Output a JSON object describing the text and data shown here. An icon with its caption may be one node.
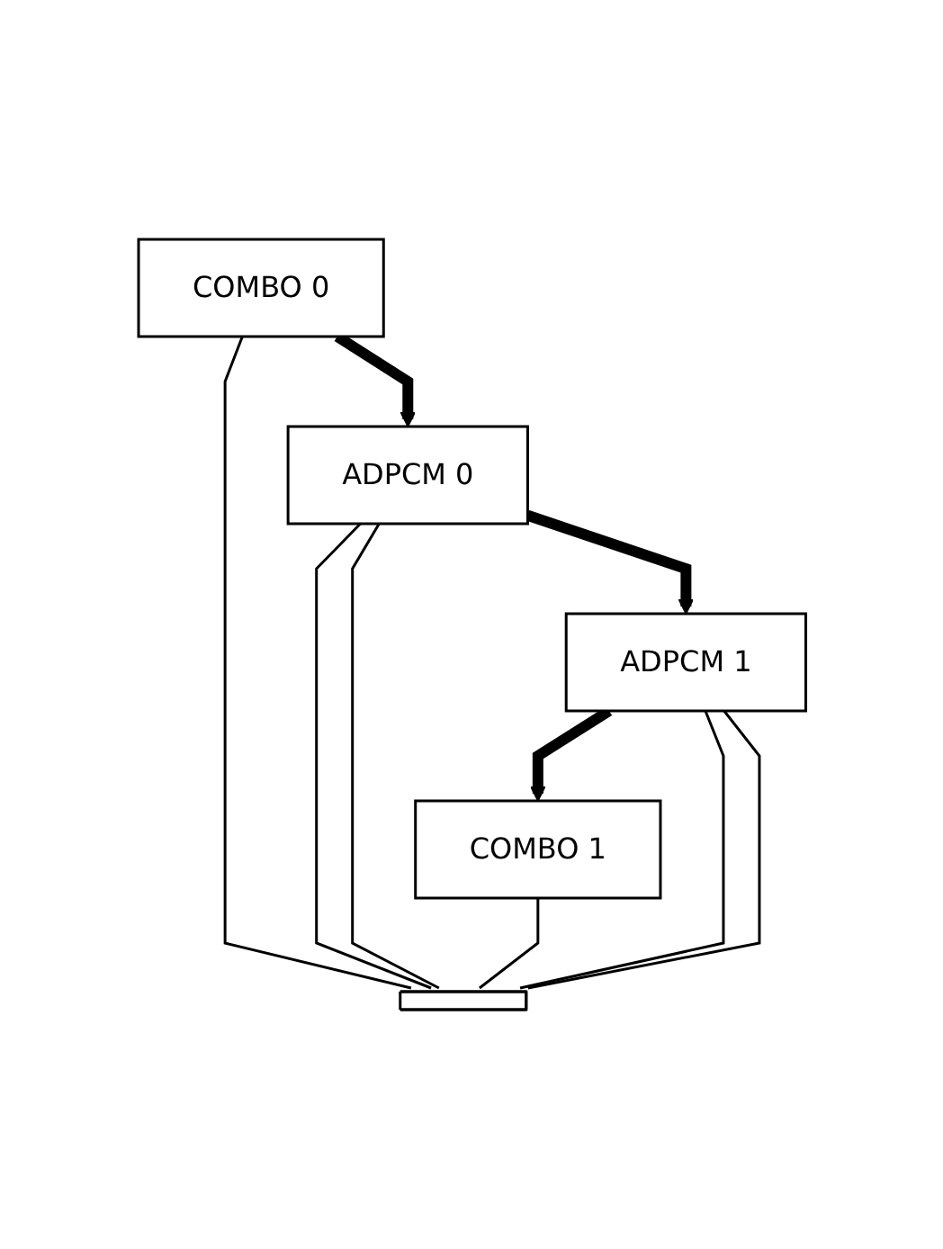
{
  "diagram": {
    "nodes": [
      {
        "text": [
          "COMBO 0"
        ]
      },
      {
        "text": [],
        "shape": "bar"
      },
      {
        "text": [
          "ADPCM 0"
        ]
      },
      {
        "text": [
          "COMBO 1"
        ]
      },
      {
        "text": [
          "ADPCM 1"
        ]
      }
    ],
    "edges": [
      {
        "from": 0,
        "to": 2,
        "arrow": "to",
        "style": "thick"
      },
      {
        "from": 2,
        "to": 4,
        "arrow": "to",
        "style": "thick"
      },
      {
        "from": 4,
        "to": 3,
        "arrow": "to",
        "style": "thick"
      },
      {
        "from": 0,
        "to": 1,
        "arrow": "none"
      },
      {
        "from": 2,
        "to": 1,
        "arrow": "none"
      },
      {
        "from": 2,
        "to": 1,
        "arrow": "none"
      },
      {
        "from": 3,
        "to": 1,
        "arrow": "none"
      },
      {
        "from": 4,
        "to": 1,
        "arrow": "none"
      },
      {
        "from": 4,
        "to": 1,
        "arrow": "none"
      }
    ]
  }
}
